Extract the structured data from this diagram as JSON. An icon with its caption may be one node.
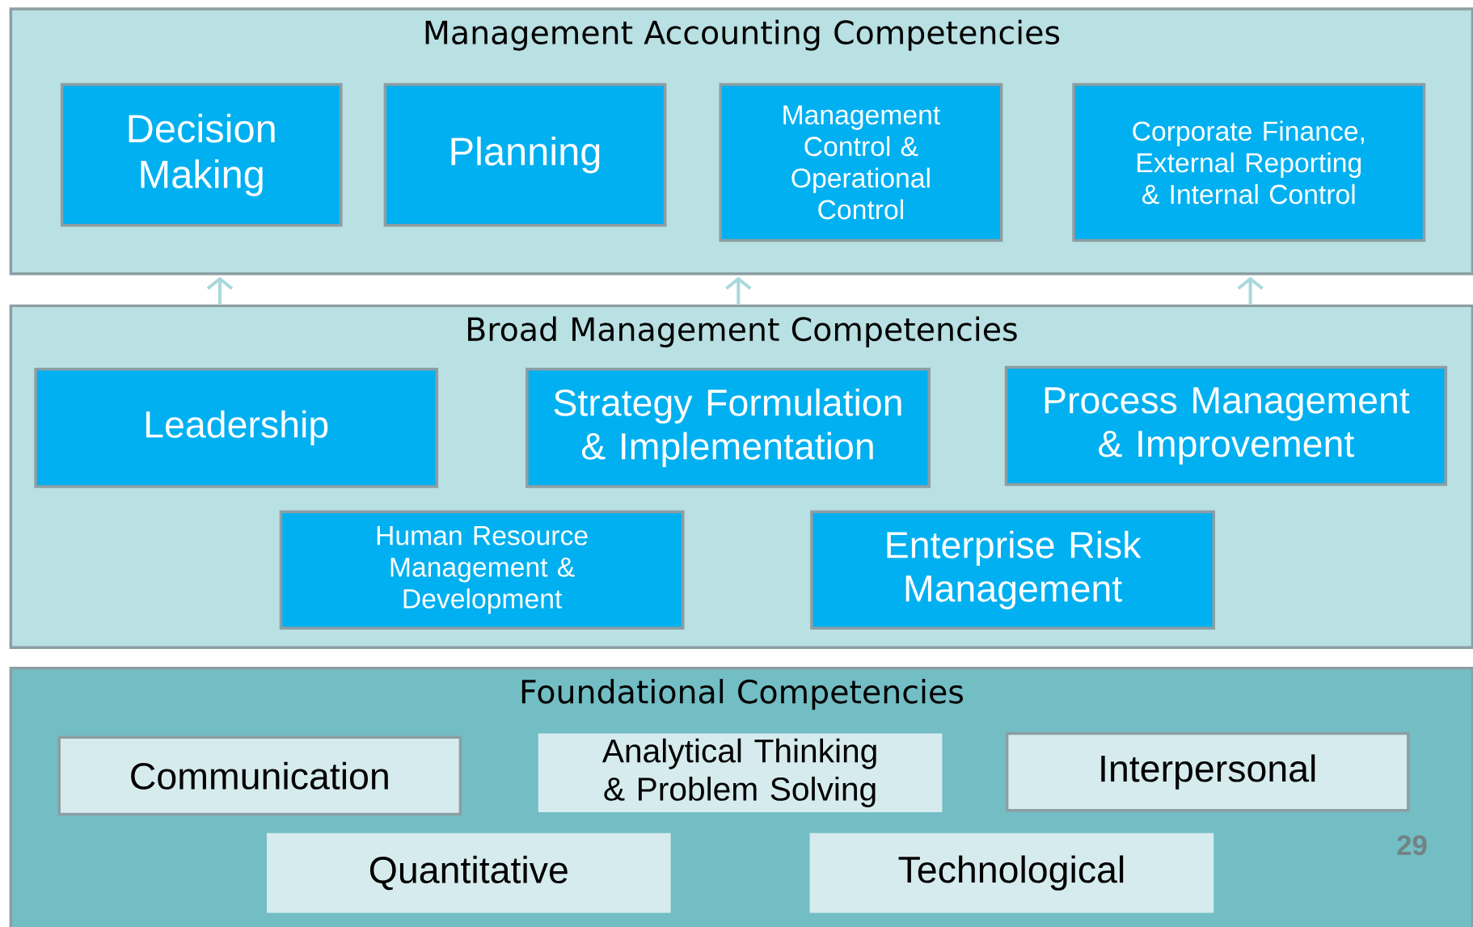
{
  "diagram": {
    "nodes": [
      {
        "text": [
          "Management Accounting Competencies"
        ]
      },
      {
        "text": [
          "Decision Making"
        ],
        "in": 0
      },
      {
        "text": [
          "Planning"
        ],
        "in": 0
      },
      {
        "text": [
          "Management Control & Operational Control"
        ],
        "in": 0
      },
      {
        "text": [
          "Corporate Finance, External Reporting & Internal Control"
        ],
        "in": 0
      },
      {
        "text": [
          "Broad Management Competencies"
        ]
      },
      {
        "text": [
          "Leadership"
        ],
        "in": 5
      },
      {
        "text": [
          "Strategy Formulation & Implementation"
        ],
        "in": 5
      },
      {
        "text": [
          "Process Management & Improvement"
        ],
        "in": 5
      },
      {
        "text": [
          "Human Resource Management & Development"
        ],
        "in": 5
      },
      {
        "text": [
          "Enterprise Risk Management"
        ],
        "in": 5
      },
      {
        "text": [
          "Foundational  Competencies"
        ]
      },
      {
        "text": [
          "Communication"
        ],
        "in": 11
      },
      {
        "text": [
          "Analytical Thinking & Problem Solving"
        ],
        "in": 11
      },
      {
        "text": [
          "Interpersonal"
        ],
        "in": 11
      },
      {
        "text": [
          "Quantitative"
        ],
        "in": 11
      },
      {
        "text": [
          "Technological"
        ],
        "in": 11
      }
    ],
    "edges": [
      {
        "from": 5,
        "to": 0,
        "arrow": "to"
      },
      {
        "from": 5,
        "to": 0,
        "arrow": "to"
      },
      {
        "from": 5,
        "to": 0,
        "arrow": "to"
      }
    ],
    "labels": [
      "29"
    ]
  }
}
